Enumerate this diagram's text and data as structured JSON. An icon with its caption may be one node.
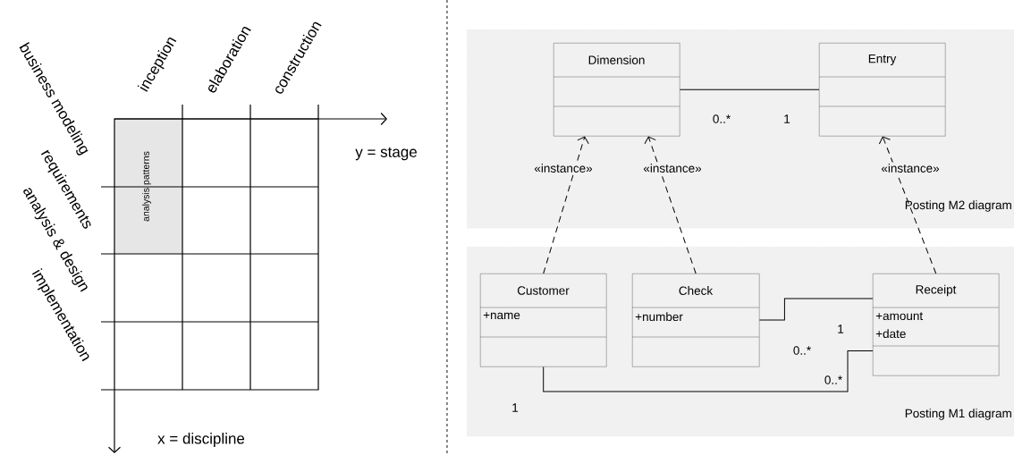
{
  "diagram": {
    "nodes": [
      {
        "text": [
          "Posting M2 diagram"
        ]
      },
      {
        "text": [
          "Dimension"
        ],
        "in": 0
      },
      {
        "text": [
          "Entry"
        ],
        "in": 0
      },
      {
        "text": [
          "Posting M1 diagram"
        ]
      },
      {
        "text": [
          "Customer",
          "+name"
        ],
        "in": 3
      },
      {
        "text": [
          "Check",
          "+number"
        ],
        "in": 3
      },
      {
        "text": [
          "Receipt",
          "+amount",
          "+date"
        ],
        "in": 3
      },
      {
        "text": [
          "analysis patterns"
        ]
      }
    ],
    "edges": [
      {
        "from": 1,
        "to": 2,
        "arrow": "none"
      },
      {
        "from": 4,
        "to": 1,
        "arrow": "to",
        "style": "dashed",
        "label": "«instance»"
      },
      {
        "from": 5,
        "to": 1,
        "arrow": "to",
        "style": "dashed",
        "label": "«instance»"
      },
      {
        "from": 6,
        "to": 2,
        "arrow": "to",
        "style": "dashed",
        "label": "«instance»"
      },
      {
        "from": 5,
        "to": 6,
        "arrow": "none"
      },
      {
        "from": 4,
        "to": 6,
        "arrow": "none"
      }
    ],
    "labels": [
      "inception",
      "elaboration",
      "construction",
      "business modeling",
      "requirements",
      "analysis & design",
      "implementation",
      "y = stage",
      "x = discipline",
      "0..*",
      "1",
      "1",
      "0..*",
      "0..*",
      "1"
    ]
  }
}
